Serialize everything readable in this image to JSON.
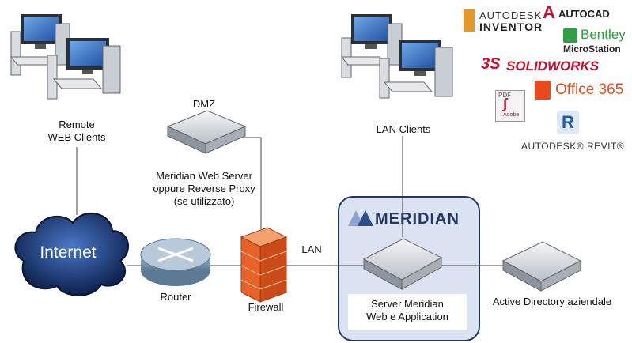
{
  "labels": {
    "remote_clients": "Remote\nWEB Clients",
    "dmz": "DMZ",
    "web_server": "Meridian Web Server\noppure Reverse Proxy\n(se utilizzato)",
    "lan_clients": "LAN Clients",
    "internet": "Internet",
    "router": "Router",
    "firewall": "Firewall",
    "lan": "LAN",
    "meridian_server": "Server Meridian\nWeb e Application",
    "active_directory": "Active Directory aziendale"
  },
  "meridian_brand": "MERIDIAN",
  "logos": {
    "inventor_top": "AUTODESK",
    "inventor_bottom": "INVENTOR",
    "autocad": "AUTOCAD",
    "bentley": "Bentley",
    "microstation": "MicroStation",
    "solidworks": "SOLIDWORKS",
    "office": "Office 365",
    "pdf_top": "PDF",
    "pdf_bottom": "Adobe",
    "revit_letter": "R",
    "revit": "AUTODESK® REVIT®"
  },
  "colors": {
    "meridian_box_fill": "#dbe3f3",
    "meridian_box_stroke": "#1f3864",
    "firewall": "#e8622a",
    "router": "#7e9ab3",
    "autocad_red": "#c8102e",
    "office_orange": "#e74a1c",
    "bentley_green": "#2f9e44",
    "revit_blue": "#1a5fa8",
    "inventor_orange": "#e39a2b"
  }
}
